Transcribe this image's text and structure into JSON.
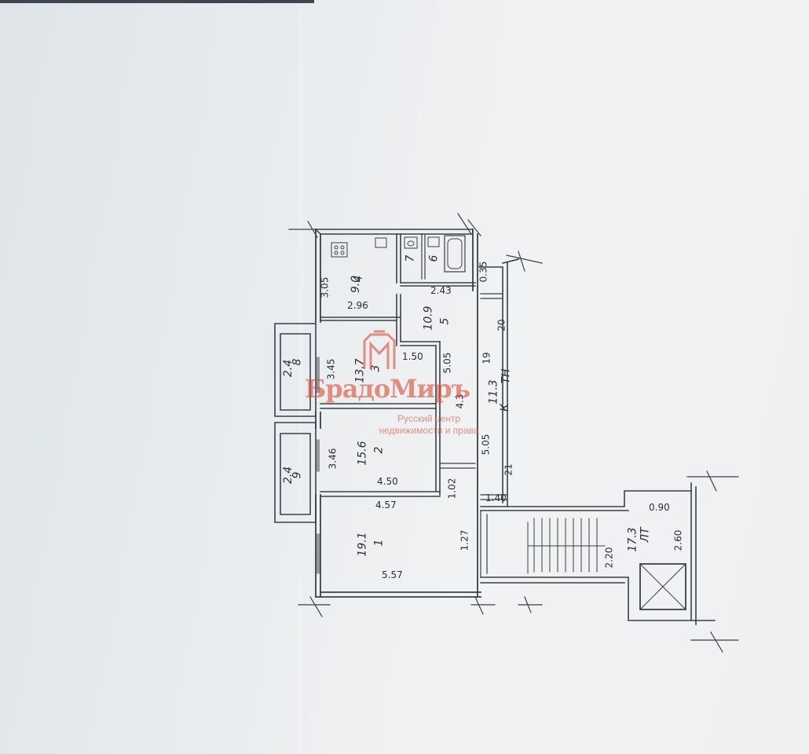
{
  "labels": {
    "room4_num": "4",
    "room4_area": "9.0",
    "room4_len": "3.05",
    "room4_width": "2.96",
    "room5_num": "5",
    "room5_area": "10.9",
    "room5_width": "2.43",
    "room6_num": "6",
    "room7_num": "7",
    "room3_num": "3",
    "room3_area": "13.7",
    "room3_len": "3.45",
    "room3_width": "1.50",
    "room3_side": "5.05",
    "room3_extra": "4.3",
    "room2_num": "2",
    "room2_area": "15.6",
    "room2_len": "3.46",
    "room2_width": "4.50",
    "room2_right": "5.05",
    "room1_num": "1",
    "room1_area": "19.1",
    "room1_top": "4.57",
    "room1_bottom": "5.57",
    "room1_right": "1.27",
    "room8_num": "8",
    "room8_area": "2.4",
    "room9_num": "9",
    "room9_area": "2.4",
    "corridor_num": "ТН",
    "corridor_area": "11.3",
    "corridor_k": "К",
    "corridor_d1": "0.35",
    "corridor_d2": "20",
    "corridor_d3": "19",
    "corridor_d4": "21",
    "corridor_d5": "1.40",
    "corridor_d6": "1.02",
    "hall_num": "ЛТ",
    "hall_area": "17.3",
    "hall_w1": "2.20",
    "hall_w2": "2.60",
    "hall_top": "0.90"
  },
  "watermark": {
    "name": "БрадоМиръ",
    "subtitle_line1": "Русский центр",
    "subtitle_line2": "недвижимости и права",
    "color": "#d6503c"
  }
}
